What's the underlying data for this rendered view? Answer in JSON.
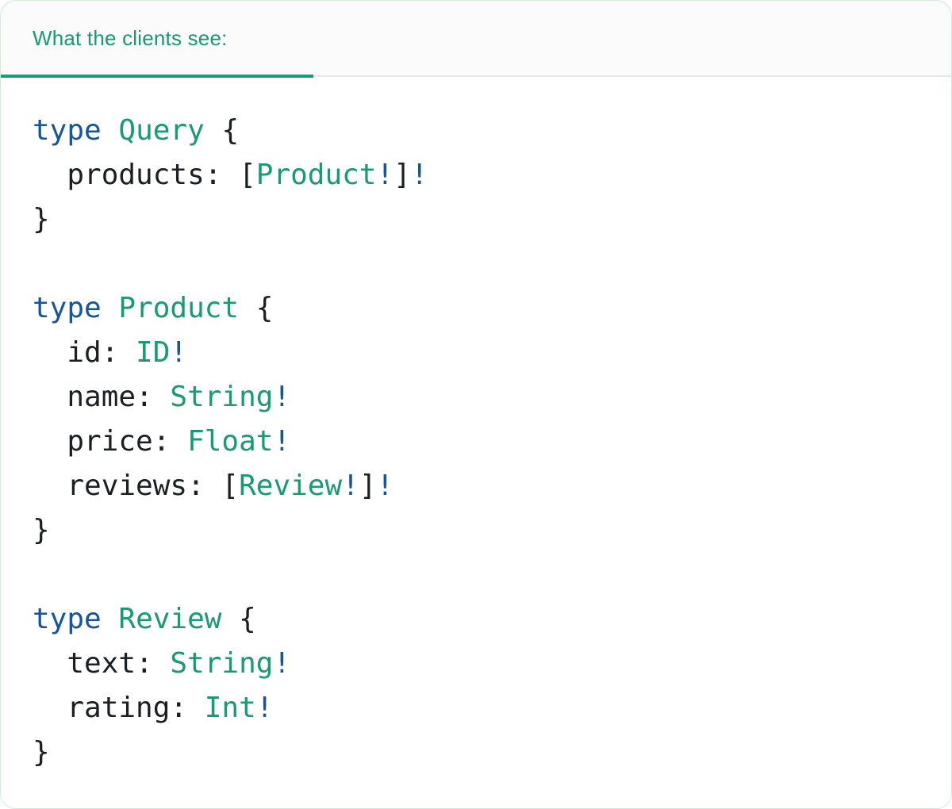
{
  "card": {
    "title_tab": "What the clients see:"
  },
  "colors": {
    "tab_text": "#179a70",
    "tab_underline": "#1a9b74",
    "divider": "#e8e8e8",
    "card_border": "#d3e9dc",
    "header_bg": "#fbfbfb",
    "card_bg": "#ffffff",
    "code_keyword": "#15559c",
    "code_type": "#179b72",
    "code_plain": "#1b1f23"
  },
  "code": {
    "language": "graphql",
    "plain_text": "type Query {\n  products: [Product!]!\n}\n\ntype Product {\n  id: ID!\n  name: String!\n  price: Float!\n  reviews: [Review!]!\n}\n\ntype Review {\n  text: String!\n  rating: Int!\n}",
    "lines": [
      [
        {
          "t": "type",
          "c": "kw"
        },
        {
          "t": " ",
          "c": "pl"
        },
        {
          "t": "Query",
          "c": "ty"
        },
        {
          "t": " {",
          "c": "pl"
        }
      ],
      [
        {
          "t": "  products: [",
          "c": "pl"
        },
        {
          "t": "Product",
          "c": "ty"
        },
        {
          "t": "!",
          "c": "kw"
        },
        {
          "t": "]",
          "c": "pl"
        },
        {
          "t": "!",
          "c": "kw"
        }
      ],
      [
        {
          "t": "}",
          "c": "pl"
        }
      ],
      [],
      [
        {
          "t": "type",
          "c": "kw"
        },
        {
          "t": " ",
          "c": "pl"
        },
        {
          "t": "Product",
          "c": "ty"
        },
        {
          "t": " {",
          "c": "pl"
        }
      ],
      [
        {
          "t": "  id: ",
          "c": "pl"
        },
        {
          "t": "ID",
          "c": "ty"
        },
        {
          "t": "!",
          "c": "kw"
        }
      ],
      [
        {
          "t": "  name: ",
          "c": "pl"
        },
        {
          "t": "String",
          "c": "ty"
        },
        {
          "t": "!",
          "c": "kw"
        }
      ],
      [
        {
          "t": "  price: ",
          "c": "pl"
        },
        {
          "t": "Float",
          "c": "ty"
        },
        {
          "t": "!",
          "c": "kw"
        }
      ],
      [
        {
          "t": "  reviews: [",
          "c": "pl"
        },
        {
          "t": "Review",
          "c": "ty"
        },
        {
          "t": "!",
          "c": "kw"
        },
        {
          "t": "]",
          "c": "pl"
        },
        {
          "t": "!",
          "c": "kw"
        }
      ],
      [
        {
          "t": "}",
          "c": "pl"
        }
      ],
      [],
      [
        {
          "t": "type",
          "c": "kw"
        },
        {
          "t": " ",
          "c": "pl"
        },
        {
          "t": "Review",
          "c": "ty"
        },
        {
          "t": " {",
          "c": "pl"
        }
      ],
      [
        {
          "t": "  text: ",
          "c": "pl"
        },
        {
          "t": "String",
          "c": "ty"
        },
        {
          "t": "!",
          "c": "kw"
        }
      ],
      [
        {
          "t": "  rating: ",
          "c": "pl"
        },
        {
          "t": "Int",
          "c": "ty"
        },
        {
          "t": "!",
          "c": "kw"
        }
      ],
      [
        {
          "t": "}",
          "c": "pl"
        }
      ]
    ]
  }
}
